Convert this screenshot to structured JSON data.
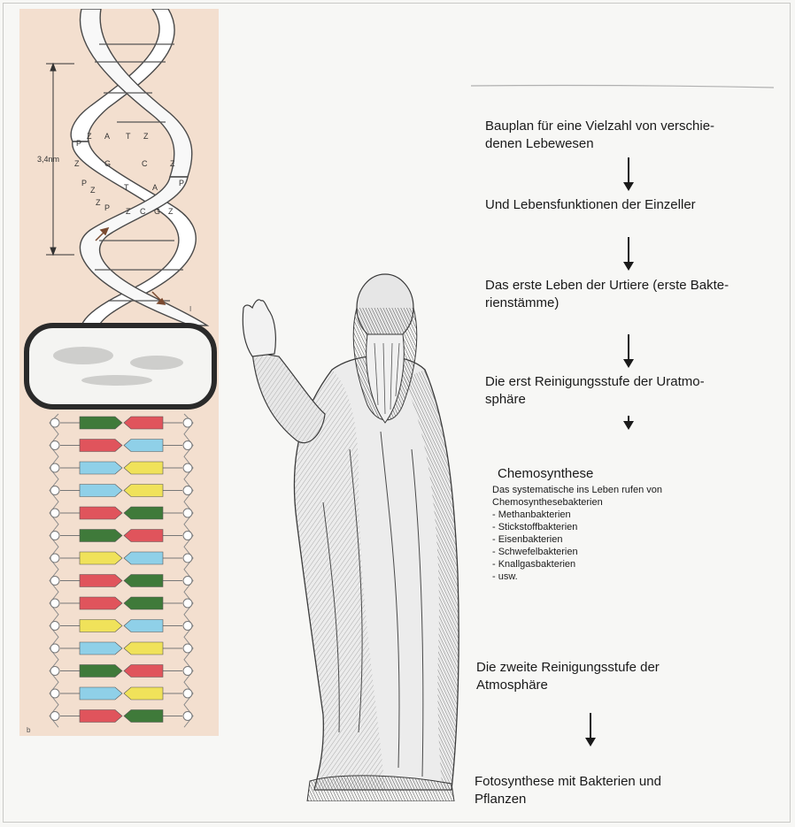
{
  "dna": {
    "measure_label": "3,4nm",
    "panel_label": "b",
    "mark_label": "I",
    "base_rows": [
      [
        "P",
        "Z",
        "A",
        "T",
        "Z"
      ],
      [
        "Z",
        "G",
        "C",
        "Z"
      ],
      [
        "P",
        "Z",
        "T",
        "A",
        "P"
      ],
      [
        "Z",
        "P",
        "Z",
        "C",
        "G",
        "Z"
      ]
    ],
    "colors": {
      "red": "#e0545c",
      "green": "#3f7a3a",
      "blue": "#8fd0e8",
      "yellow": "#f0e25a",
      "panel": "#f3dfcf"
    }
  },
  "steps": [
    {
      "lines": [
        "Bauplan für eine Vielzahl von verschie-",
        "denen Lebewesen"
      ]
    },
    {
      "lines": [
        "Und Lebensfunktionen der Einzeller"
      ]
    },
    {
      "lines": [
        "Das erste Leben der Urtiere (erste Bakte-",
        "rienstämme)"
      ]
    },
    {
      "lines": [
        "Die erst Reinigungsstufe der Uratmo-",
        "sphäre"
      ]
    },
    {
      "lines": [
        "Die zweite Reinigungsstufe der",
        "Atmosphäre"
      ]
    },
    {
      "lines": [
        "Fotosynthese mit Bakterien und",
        "Pflanzen"
      ]
    }
  ],
  "chemosynthese": {
    "title": "Chemosynthese",
    "lines": [
      "Das systematische ins Leben rufen von",
      "Chemosynthesebakterien",
      "- Methanbakterien",
      "- Stickstoffbakterien",
      "- Eisenbakterien",
      "- Schwefelbakterien",
      "- Knallgasbakterien",
      "- usw."
    ]
  },
  "arrows": [
    "arrow-down-icon",
    "arrow-down-icon",
    "arrow-down-icon",
    "arrow-down-icon",
    "arrow-down-icon"
  ]
}
